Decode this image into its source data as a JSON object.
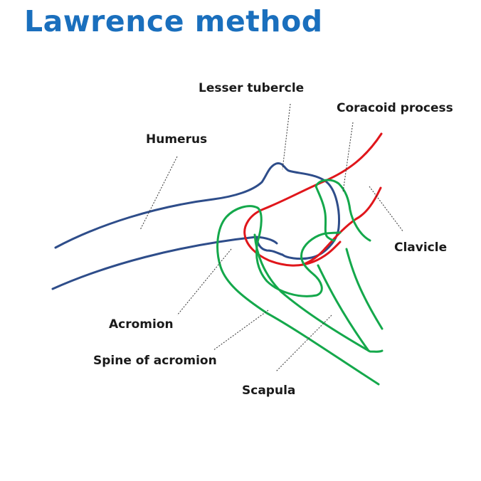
{
  "title": "Lawrence method",
  "colors": {
    "title": "#1a6fbd",
    "humerus": "#2e4d8a",
    "clavicle": "#e0161b",
    "scapula": "#14a84b",
    "leader": "#333333"
  },
  "labels": {
    "lesser_tubercle": "Lesser tubercle",
    "coracoid_process": "Coracoid process",
    "humerus": "Humerus",
    "clavicle": "Clavicle",
    "acromion": "Acromion",
    "spine_of_acromion": "Spine of acromion",
    "scapula": "Scapula"
  }
}
